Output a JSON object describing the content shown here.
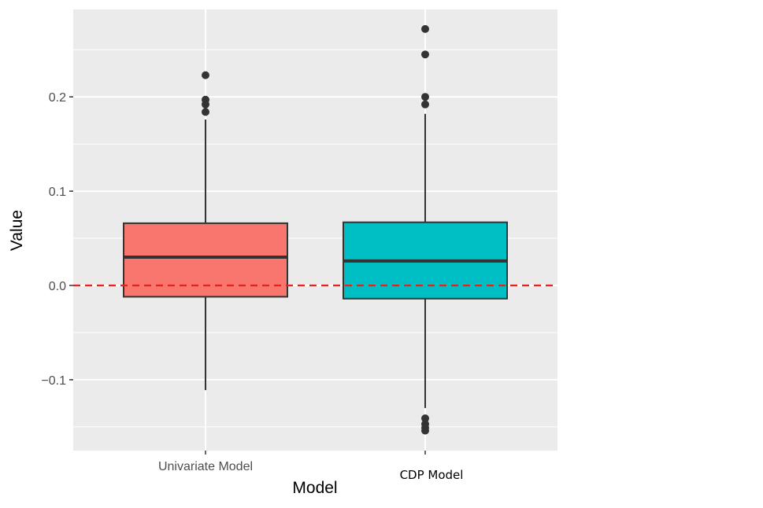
{
  "chart_data": {
    "type": "boxplot",
    "xlabel": "Model",
    "ylabel": "Value",
    "ylim": [
      -0.175,
      0.295
    ],
    "y_ticks": [
      {
        "value": -0.1,
        "label": "−0.1"
      },
      {
        "value": 0.0,
        "label": "0.0"
      },
      {
        "value": 0.1,
        "label": "0.1"
      },
      {
        "value": 0.2,
        "label": "0.2"
      }
    ],
    "grid": true,
    "reference_line": {
      "y": 0.0,
      "style": "dashed",
      "color": "#e8211e"
    },
    "categories": [
      "Univariate Model",
      "CDP Model"
    ],
    "series": [
      {
        "category": "Univariate Model",
        "color": "#f8766d",
        "whisker_low": -0.111,
        "q1": -0.012,
        "median": 0.03,
        "q3": 0.066,
        "whisker_high": 0.176,
        "outliers": [
          0.223,
          0.197,
          0.192,
          0.184
        ]
      },
      {
        "category": "CDP Model",
        "color": "#00bfc4",
        "whisker_low": -0.13,
        "q1": -0.014,
        "median": 0.026,
        "q3": 0.067,
        "whisker_high": 0.182,
        "outliers": [
          0.272,
          0.245,
          0.2,
          0.192,
          -0.141,
          -0.147,
          -0.151,
          -0.154
        ]
      }
    ]
  }
}
